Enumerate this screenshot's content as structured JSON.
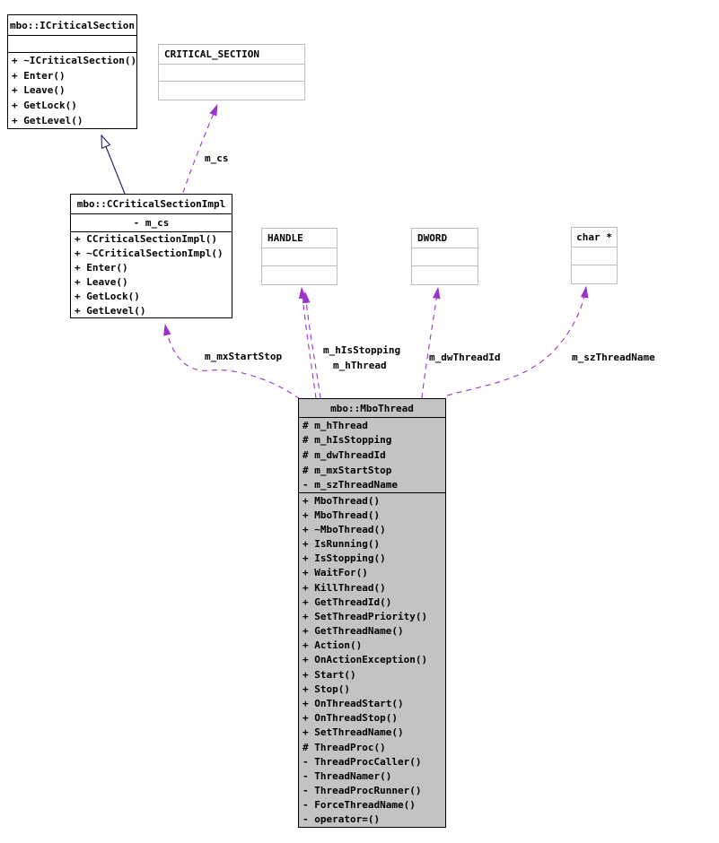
{
  "colors": {
    "usage_edge": "#9a32cd",
    "inheritance_edge": "#191970",
    "selected_node_fill": "#c3c3c3",
    "node_border": "#000000",
    "external_node_border": "#bdbdbd"
  },
  "nodes": {
    "icriticalsection": {
      "title": "mbo::ICriticalSection",
      "methods": [
        "+ ~ICriticalSection()",
        "+ Enter()",
        "+ Leave()",
        "+ GetLock()",
        "+ GetLevel()"
      ]
    },
    "critical_section": {
      "title": "CRITICAL_SECTION"
    },
    "ccriticalsectionimpl": {
      "title": "mbo::CCriticalSectionImpl",
      "attributes": [
        "- m_cs"
      ],
      "methods": [
        "+ CCriticalSectionImpl()",
        "+ ~CCriticalSectionImpl()",
        "+ Enter()",
        "+ Leave()",
        "+ GetLock()",
        "+ GetLevel()"
      ]
    },
    "handle": {
      "title": "HANDLE"
    },
    "dword": {
      "title": "DWORD"
    },
    "char_ptr": {
      "title": "char *"
    },
    "mbothread": {
      "title": "mbo::MboThread",
      "attributes": [
        "# m_hThread",
        "# m_hIsStopping",
        "# m_dwThreadId",
        "# m_mxStartStop",
        "- m_szThreadName"
      ],
      "methods": [
        "+ MboThread()",
        "+ MboThread()",
        "+ ~MboThread()",
        "+ IsRunning()",
        "+ IsStopping()",
        "+ WaitFor()",
        "+ KillThread()",
        "+ GetThreadId()",
        "+ SetThreadPriority()",
        "+ GetThreadName()",
        "+ Action()",
        "+ OnActionException()",
        "+ Start()",
        "+ Stop()",
        "+ OnThreadStart()",
        "+ OnThreadStop()",
        "+ SetThreadName()",
        "# ThreadProc()",
        "- ThreadProcCaller()",
        "- ThreadNamer()",
        "- ThreadProcRunner()",
        "- ForceThreadName()",
        "- operator=()"
      ]
    }
  },
  "edge_labels": {
    "m_cs": "m_cs",
    "m_mxStartStop": "m_mxStartStop",
    "m_hIsStopping": "m_hIsStopping",
    "m_hThread": "m_hThread",
    "m_dwThreadId": "m_dwThreadId",
    "m_szThreadName": "m_szThreadName"
  }
}
